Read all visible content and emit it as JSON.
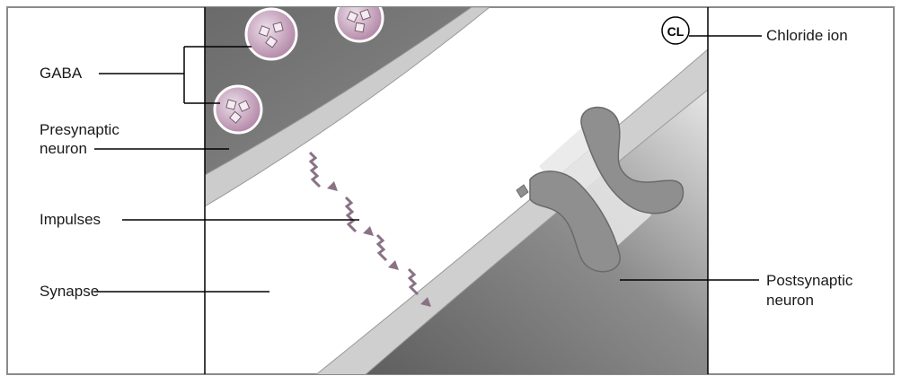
{
  "diagram": {
    "labels": {
      "gaba": "GABA",
      "presynaptic_line1": "Presynaptic",
      "presynaptic_line2": "neuron",
      "impulses": "Impulses",
      "synapse": "Synapse",
      "chloride": "Chloride ion",
      "chloride_symbol": "CL",
      "postsynaptic_line1": "Postsynaptic",
      "postsynaptic_line2": "neuron"
    },
    "colors": {
      "neuron_dark": "#6e6e6e",
      "neuron_light": "#bdbdbd",
      "membrane": "#c9c9c9",
      "receptor": "#8f8f8f",
      "vesicle": "#c9a3bf",
      "impulse": "#8a7285",
      "line": "#000000"
    }
  }
}
